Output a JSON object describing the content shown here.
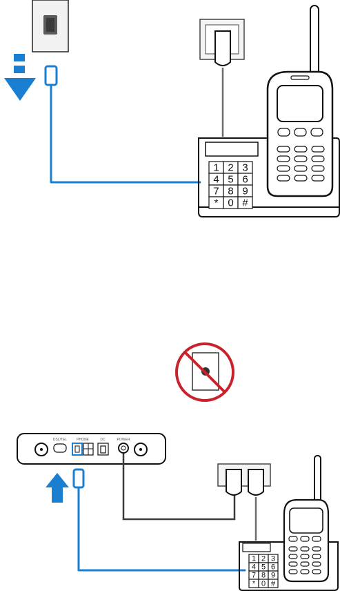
{
  "scene1": {
    "keypad": [
      "1",
      "2",
      "3",
      "4",
      "5",
      "6",
      "7",
      "8",
      "9",
      "*",
      "0",
      "#"
    ]
  },
  "scene2": {
    "keypad": [
      "1",
      "2",
      "3",
      "4",
      "5",
      "6",
      "7",
      "8",
      "9",
      "*",
      "0",
      "#"
    ],
    "port_labels": [
      "DSL/TEL",
      "PHONE",
      "DC",
      "POWER"
    ]
  },
  "colors": {
    "cable_blue": "#1a7fd0",
    "arrow_blue": "#1a7fd0",
    "prohibition_red": "#c8232c",
    "phone_cord": "#6c6c6c"
  },
  "icons": [
    "wall-jack-icon",
    "down-arrow-icon",
    "up-arrow-icon",
    "prohibited-jack-icon",
    "power-plug-icon"
  ]
}
